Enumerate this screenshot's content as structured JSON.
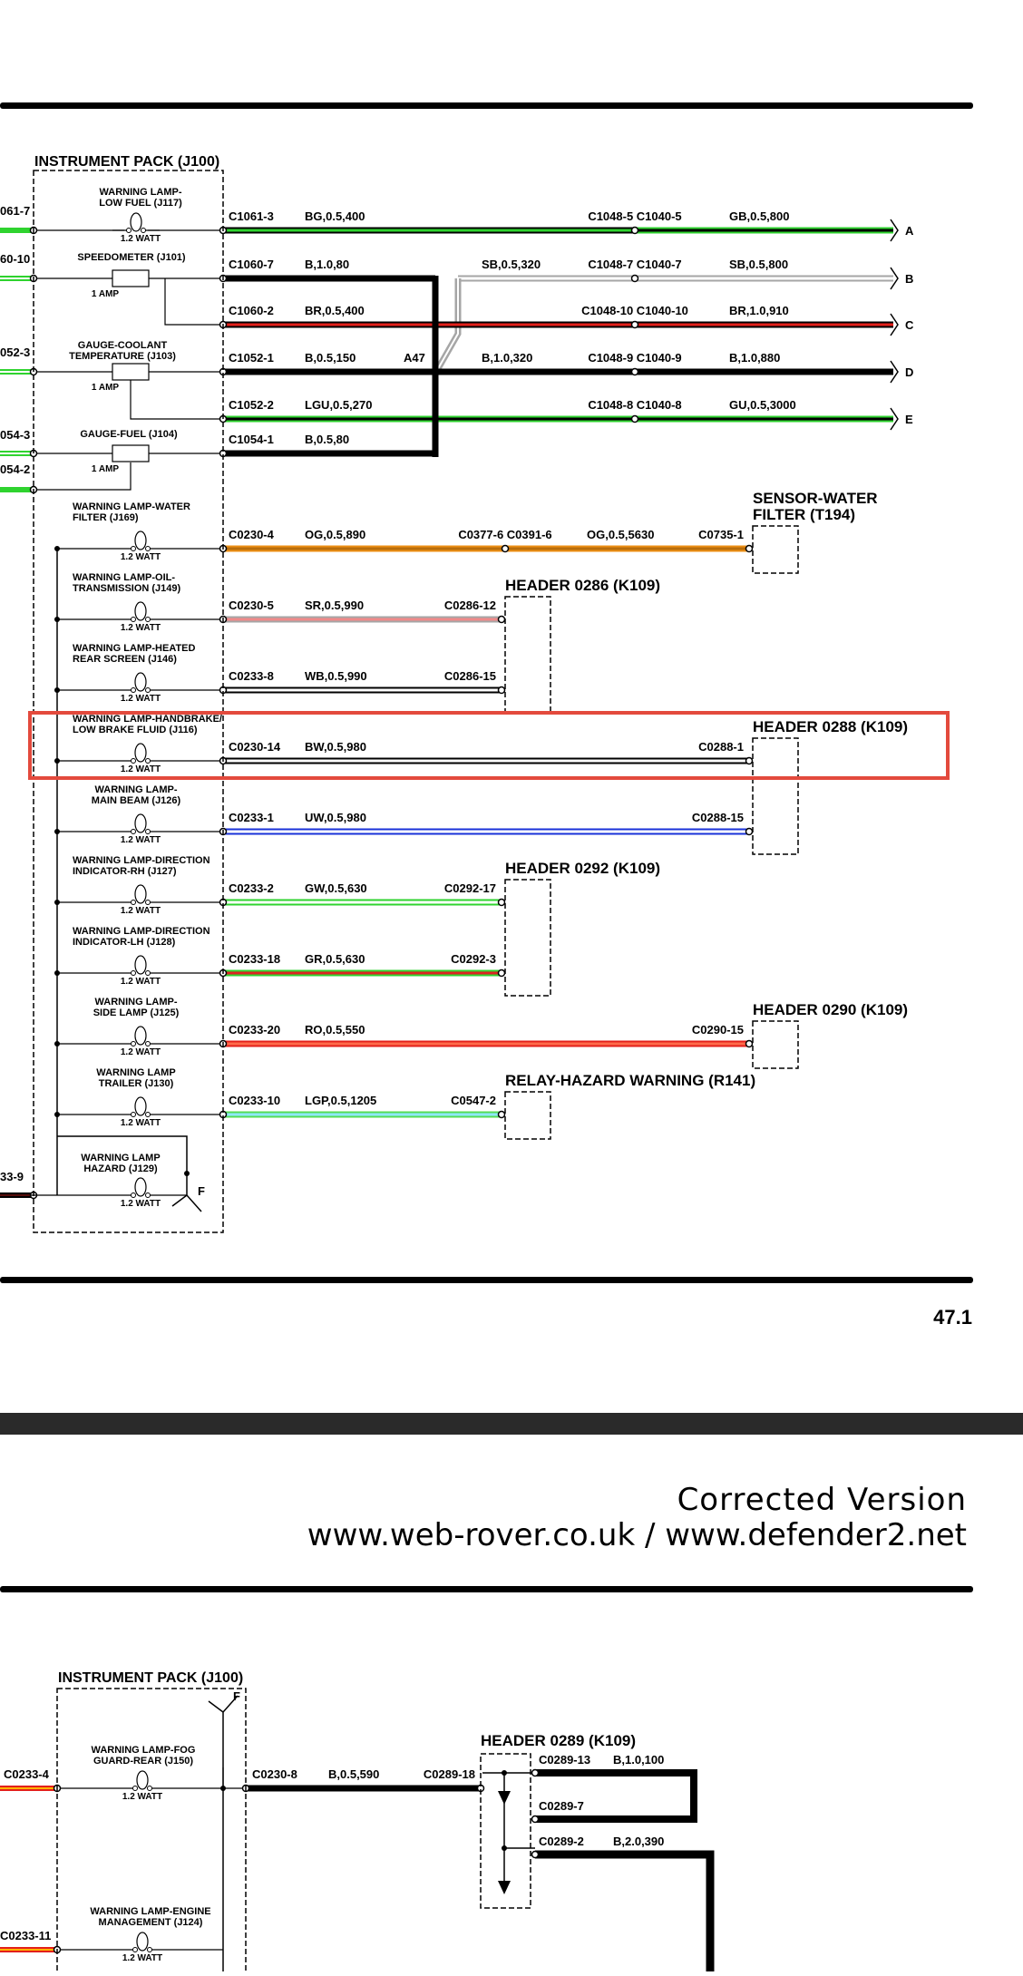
{
  "colors": {
    "black": "#000000",
    "green": "#2fd32f",
    "grey": "#a6a6a6",
    "red": "#e3201b",
    "orange": "#ec8f15",
    "pink": "#f08a8a",
    "blue": "#1a32d8",
    "lightgreen": "#54dd54",
    "highlight": "#e34a3d",
    "banner": "#2a2a2a"
  },
  "page": {
    "number": "47.1",
    "footer_line1": "Corrected Version",
    "footer_line2": "www.web-rover.co.uk / www.defender2.net"
  },
  "pack_top": {
    "title": "INSTRUMENT PACK (J100)",
    "left_connectors": [
      "061-7",
      "60-10",
      "052-3",
      "054-3",
      "054-2",
      "33-9"
    ],
    "components": [
      {
        "name": [
          "WARNING LAMP-",
          "LOW FUEL (J117)"
        ],
        "rating": "1.2 WATT"
      },
      {
        "name": [
          "SPEEDOMETER (J101)"
        ],
        "rating": "1 AMP"
      },
      {
        "name": [
          "GAUGE-COOLANT",
          "TEMPERATURE (J103)"
        ],
        "rating": "1 AMP"
      },
      {
        "name": [
          "GAUGE-FUEL (J104)"
        ],
        "rating": "1 AMP"
      },
      {
        "name": [
          "WARNING LAMP-WATER",
          "FILTER (J169)"
        ],
        "rating": "1.2 WATT"
      },
      {
        "name": [
          "WARNING LAMP-OIL-",
          "TRANSMISSION (J149)"
        ],
        "rating": "1.2 WATT"
      },
      {
        "name": [
          "WARNING LAMP-HEATED",
          "REAR SCREEN (J146)"
        ],
        "rating": "1.2 WATT"
      },
      {
        "name": [
          "WARNING LAMP-HANDBRAKE/",
          "LOW BRAKE FLUID (J116)"
        ],
        "rating": "1.2 WATT"
      },
      {
        "name": [
          "WARNING LAMP-",
          "MAIN BEAM (J126)"
        ],
        "rating": "1.2 WATT"
      },
      {
        "name": [
          "WARNING LAMP-DIRECTION",
          "INDICATOR-RH (J127)"
        ],
        "rating": "1.2 WATT"
      },
      {
        "name": [
          "WARNING LAMP-DIRECTION",
          "INDICATOR-LH (J128)"
        ],
        "rating": "1.2 WATT"
      },
      {
        "name": [
          "WARNING LAMP-",
          "SIDE LAMP (J125)"
        ],
        "rating": "1.2 WATT"
      },
      {
        "name": [
          "WARNING LAMP",
          "TRAILER (J130)"
        ],
        "rating": "1.2 WATT"
      },
      {
        "name": [
          "WARNING LAMP",
          "HAZARD (J129)"
        ],
        "rating": "1.2 WATT"
      }
    ],
    "wires": [
      {
        "conn": "C1061-3",
        "spec": "BG,0.5,400",
        "mid": "C1048-5 C1040-5",
        "spec2": "GB,0.5,800",
        "end": "A"
      },
      {
        "conn": "C1060-7",
        "spec": "B,1.0,80",
        "mid": "C1048-7 C1040-7",
        "spec2": "SB,0.5,800",
        "end": "B",
        "extra": "SB,0.5,320"
      },
      {
        "conn": "C1060-2",
        "spec": "BR,0.5,400",
        "mid": "C1048-10 C1040-10",
        "spec2": "BR,1.0,910",
        "end": "C"
      },
      {
        "conn": "C1052-1",
        "spec": "B,0.5,150",
        "mid": "C1048-9 C1040-9",
        "spec2": "B,1.0,880",
        "end": "D",
        "splice": "A47",
        "extra": "B,1.0,320"
      },
      {
        "conn": "C1052-2",
        "spec": "LGU,0.5,270",
        "mid": "C1048-8 C1040-8",
        "spec2": "GU,0.5,3000",
        "end": "E"
      },
      {
        "conn": "C1054-1",
        "spec": "B,0.5,80"
      },
      {
        "conn": "C0230-4",
        "spec": "OG,0.5,890",
        "mid": "C0377-6 C0391-6",
        "spec2": "OG,0.5,5630",
        "end_conn": "C0735-1"
      },
      {
        "conn": "C0230-5",
        "spec": "SR,0.5,990",
        "end_conn": "C0286-12"
      },
      {
        "conn": "C0233-8",
        "spec": "WB,0.5,990",
        "end_conn": "C0286-15"
      },
      {
        "conn": "C0230-14",
        "spec": "BW,0.5,980",
        "end_conn": "C0288-1"
      },
      {
        "conn": "C0233-1",
        "spec": "UW,0.5,980",
        "end_conn": "C0288-15"
      },
      {
        "conn": "C0233-2",
        "spec": "GW,0.5,630",
        "end_conn": "C0292-17"
      },
      {
        "conn": "C0233-18",
        "spec": "GR,0.5,630",
        "end_conn": "C0292-3"
      },
      {
        "conn": "C0233-20",
        "spec": "RO,0.5,550",
        "end_conn": "C0290-15"
      },
      {
        "conn": "C0233-10",
        "spec": "LGP,0.5,1205",
        "end_conn": "C0547-2"
      }
    ],
    "terminal_f": "F",
    "destinations": {
      "sensor_water": [
        "SENSOR-WATER",
        "FILTER (T194)"
      ],
      "header_0286": "HEADER 0286 (K109)",
      "header_0288": "HEADER 0288 (K109)",
      "header_0292": "HEADER 0292 (K109)",
      "header_0290": "HEADER 0290 (K109)",
      "relay_hazard": "RELAY-HAZARD WARNING (R141)"
    }
  },
  "pack_bottom": {
    "title": "INSTRUMENT PACK (J100)",
    "left_connectors": [
      "C0233-4",
      "C0233-11"
    ],
    "components": [
      {
        "name": [
          "WARNING LAMP-FOG",
          "GUARD-REAR (J150)"
        ],
        "rating": "1.2 WATT"
      },
      {
        "name": [
          "WARNING LAMP-ENGINE",
          "MANAGEMENT (J124)"
        ],
        "rating": "1.2 WATT"
      }
    ],
    "terminal_f": "F",
    "wire": {
      "conn": "C0230-8",
      "spec": "B,0.5,590",
      "end_conn": "C0289-18"
    },
    "header": "HEADER 0289 (K109)",
    "outputs": [
      {
        "conn": "C0289-13",
        "spec": "B,1.0,100"
      },
      {
        "conn": "C0289-7",
        "spec": ""
      },
      {
        "conn": "C0289-2",
        "spec": "B,2.0,390"
      }
    ]
  }
}
